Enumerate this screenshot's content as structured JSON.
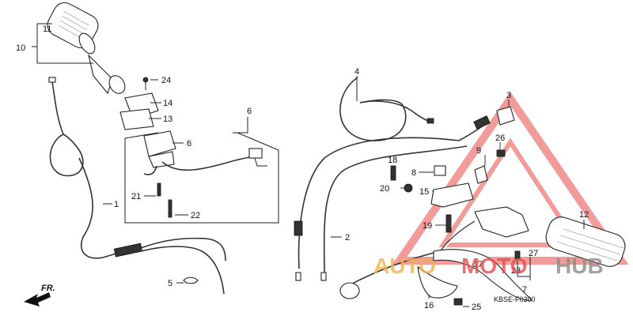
{
  "diagram": {
    "code": "KBSE-F0300",
    "fr_label": "FR.",
    "callouts": {
      "c1": "1",
      "c2": "2",
      "c3": "3",
      "c4": "4",
      "c5": "5",
      "c6a": "6",
      "c6b": "6",
      "c7": "7",
      "c8": "8",
      "c9": "9",
      "c10": "10",
      "c11": "11",
      "c12": "12",
      "c13": "13",
      "c14": "14",
      "c15": "15",
      "c16": "16",
      "c17": "17",
      "c18": "18",
      "c19": "19",
      "c20": "20",
      "c21": "21",
      "c22": "22",
      "c23": "23",
      "c24": "24",
      "c25": "25",
      "c26": "26",
      "c27": "27"
    }
  },
  "watermark": {
    "text_a": "AUTO",
    "text_b": "MOTO",
    "text_c": "HUB",
    "color_orange": "#f2b24a",
    "color_red": "#e94a4a",
    "color_gray": "#8a8a8a"
  }
}
